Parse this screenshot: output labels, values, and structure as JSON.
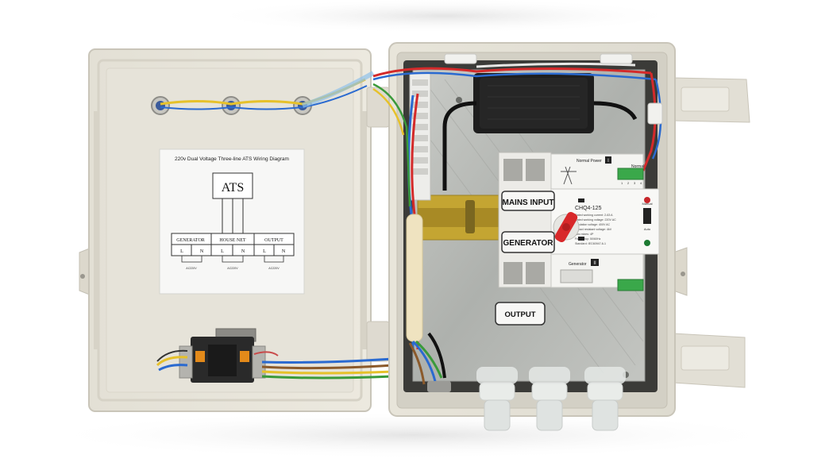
{
  "diagram": {
    "title": "220v  Dual  Voltage Three-line ATS Wiring Diagram",
    "ats": "ATS",
    "sections": [
      {
        "name": "GENERATOR",
        "terminals": [
          "L",
          "N"
        ],
        "rating": "AC220V"
      },
      {
        "name": "HOUSE  NET",
        "terminals": [
          "L",
          "N"
        ],
        "rating": "AC220V"
      },
      {
        "name": "OUTPUT",
        "terminals": [
          "L",
          "N"
        ],
        "rating": "AC220V"
      }
    ]
  },
  "labels": {
    "mains_input": "MAINS INPUT",
    "generator": "GENERATOR",
    "output": "OUTPUT"
  },
  "device": {
    "normal_power": "Normal  Power",
    "normal_power_num": "I",
    "normal_label": "Normal",
    "model": "CHQ4-125",
    "specs": [
      "Rated working current: 2-63 A",
      "Rated working voltage: 220V AC",
      "Insulation voltage: 400V AC",
      "Impact resistant voltage: 4kV",
      "Two mixes: 4P",
      "Frequency: 50/60Hz",
      "Standard: IEC60947-6-1"
    ],
    "generator_label": "Generator",
    "generator_num": "II",
    "manual": "Manual",
    "auto": "Auto",
    "terminal_nums": [
      "1",
      "2",
      "3",
      "4"
    ]
  },
  "colors": {
    "enclosure": "#e9e6dc",
    "enclosure_shadow": "#cfcbbf",
    "breaker": "#f2f2ef",
    "red_knob": "#d8282a",
    "green_terminal": "#3aa84a",
    "back_plate": "#b8bab6"
  }
}
